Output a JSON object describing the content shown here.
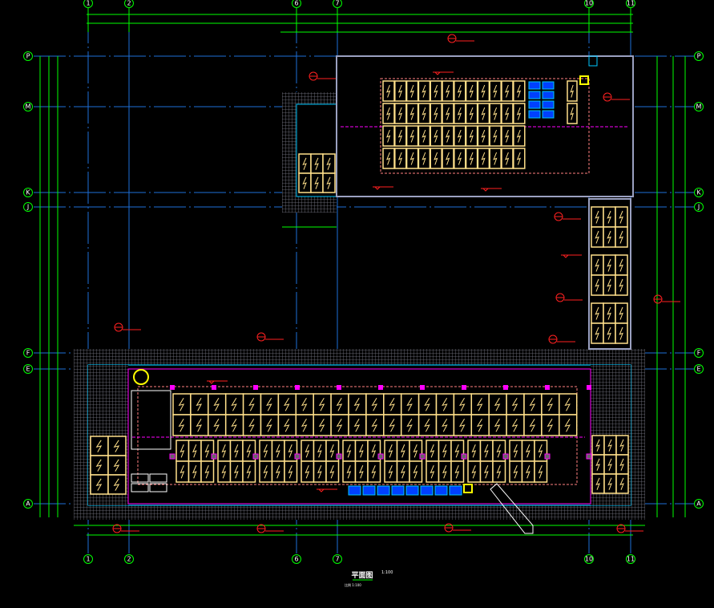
{
  "drawing": {
    "title": "平面图",
    "scale": "1:100",
    "subtitle": "比例 1:100"
  },
  "axes": {
    "vertical": [
      "1",
      "2",
      "6",
      "7",
      "10",
      "11"
    ],
    "horizontal": [
      "P",
      "M",
      "K",
      "J",
      "F",
      "E",
      "A"
    ]
  },
  "colors": {
    "background": "#000000",
    "axis": "#00ff00",
    "grid": "#1e6fd9",
    "wall": "#8a8a9a",
    "panel": "#ffe08a",
    "cable": "#ff00ff",
    "callout": "#ff2020",
    "equipment": "#00c8ff"
  }
}
